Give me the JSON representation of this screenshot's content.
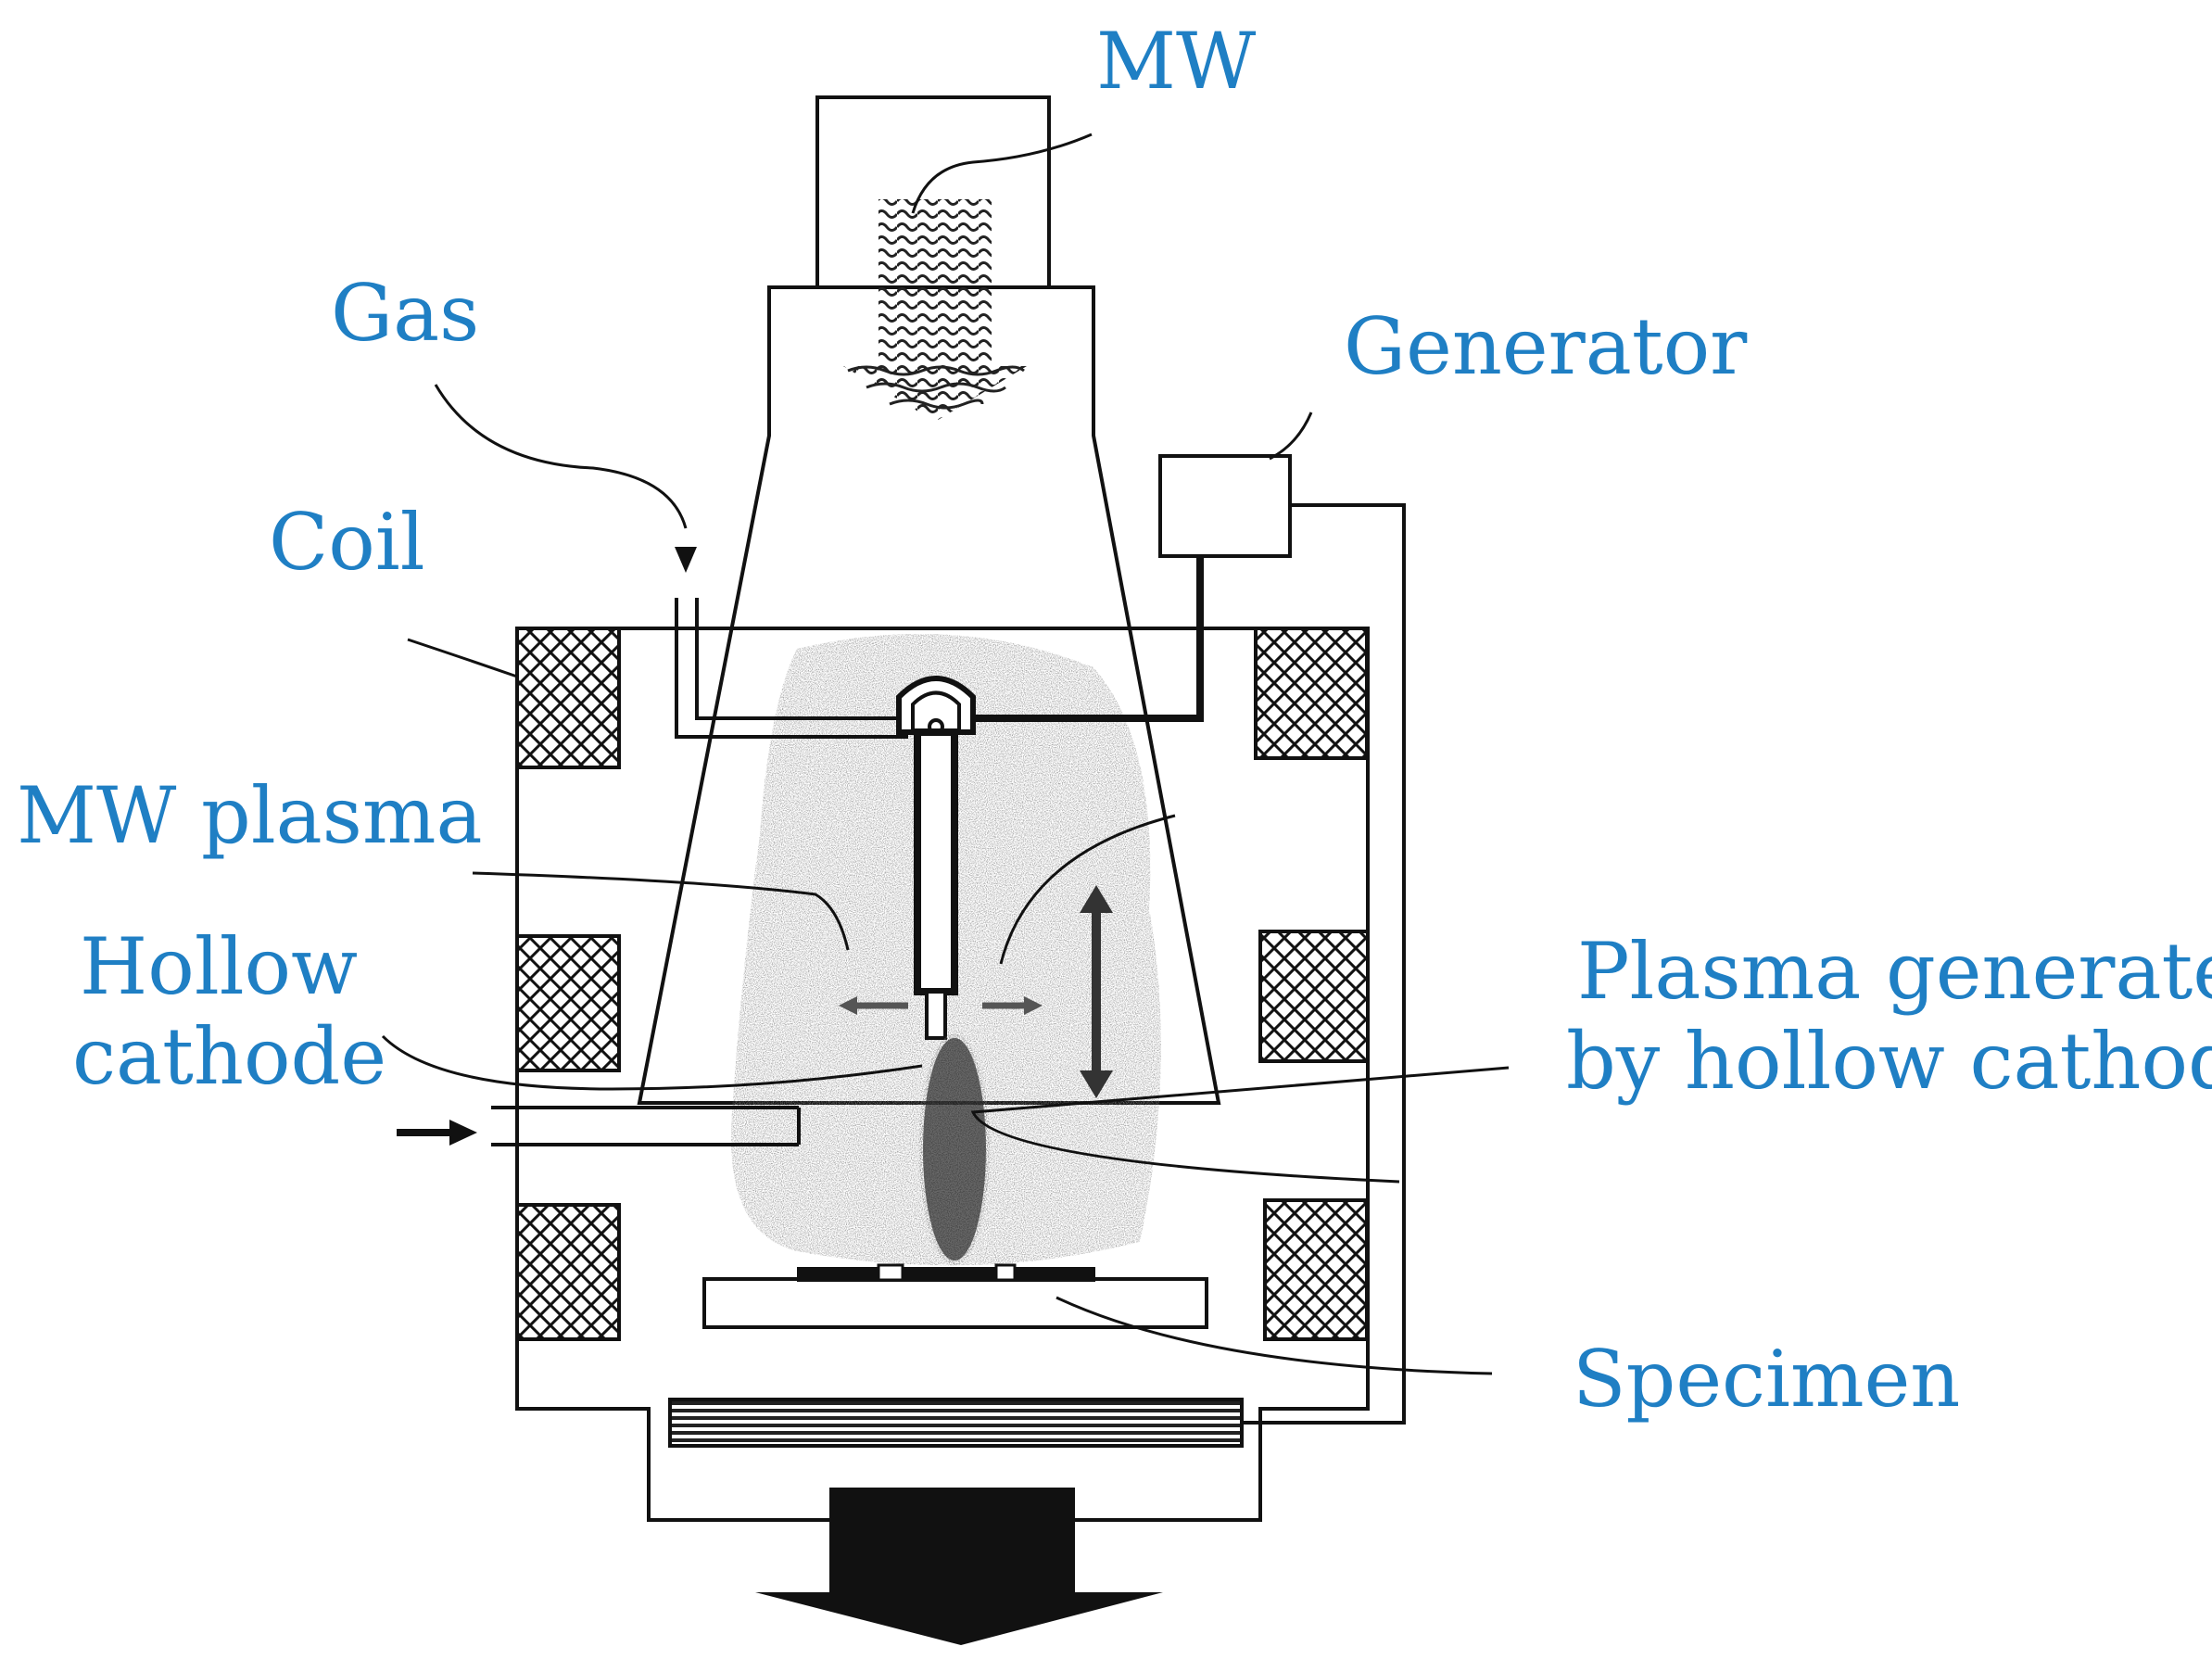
{
  "colors": {
    "label": "#1f7fc4",
    "line": "#111111",
    "plasma": "#8a8a8a"
  },
  "labels": {
    "mw": "MW",
    "gas": "Gas",
    "generator": "Generator",
    "coil": "Coil",
    "mw_plasma": "MW plasma",
    "hollow_cathode": [
      "Hollow",
      "cathode"
    ],
    "plasma_hc": [
      "Plasma generated",
      "by hollow cathode"
    ],
    "specimen": "Specimen"
  }
}
